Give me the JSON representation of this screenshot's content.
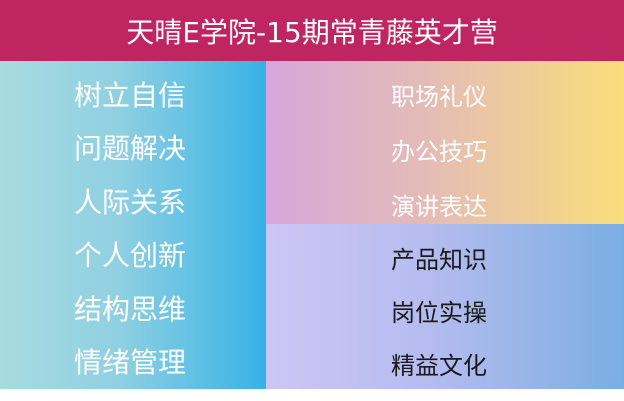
{
  "header": {
    "title": "天晴E学院-15期常青藤英才营",
    "background": "#bf2560"
  },
  "left_panel": {
    "gradient": [
      "#a8dbdf",
      "#36b2e6"
    ],
    "items": [
      "树立自信",
      "问题解决",
      "人际关系",
      "个人创新",
      "结构思维",
      "情绪管理"
    ]
  },
  "right_top_panel": {
    "gradient": [
      "#d6a6dc",
      "#f9de7a"
    ],
    "items": [
      "职场礼仪",
      "办公技巧",
      "演讲表达"
    ]
  },
  "right_bottom_panel": {
    "gradient": [
      "#ccc6f6",
      "#7aaee2"
    ],
    "items": [
      "产品知识",
      "岗位实操",
      "精益文化"
    ]
  }
}
